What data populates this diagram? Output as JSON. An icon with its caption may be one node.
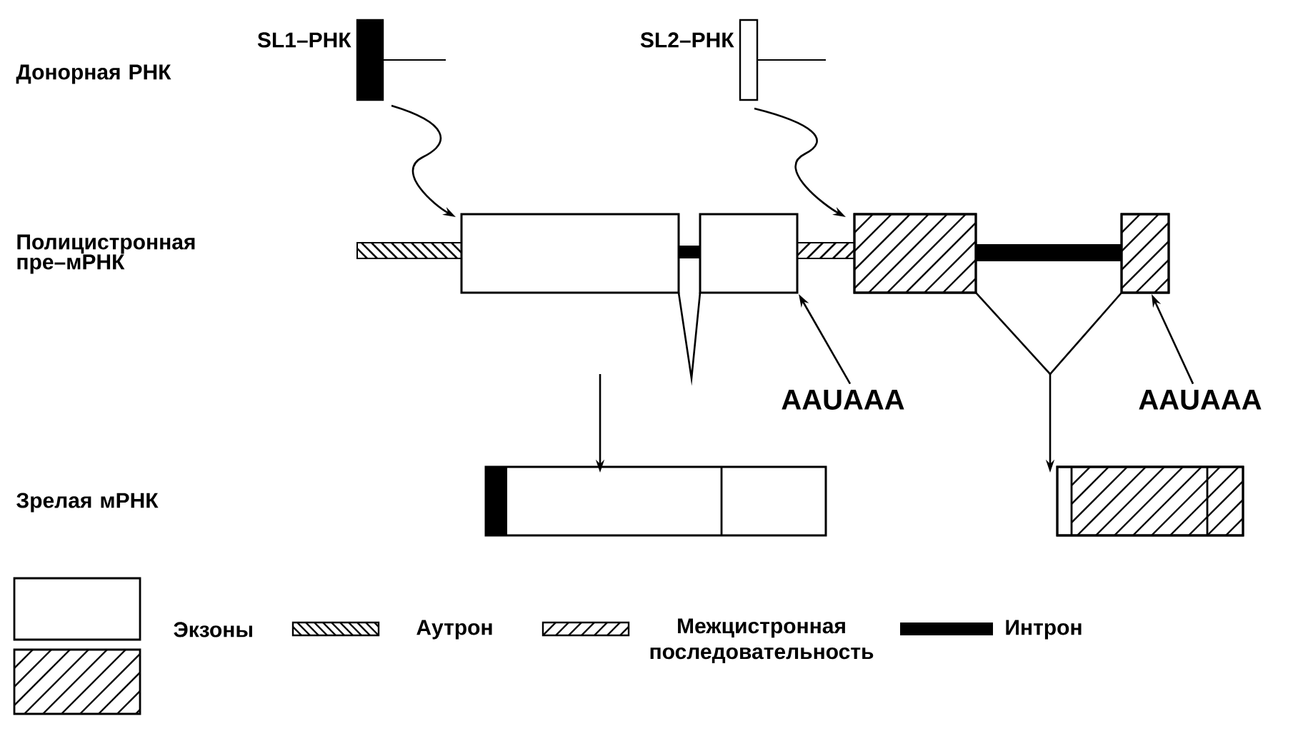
{
  "diagram": {
    "nodes": [
      {
        "text": [],
        "shape": "bar",
        "beside": [
          "SL1–РНК"
        ]
      },
      {
        "text": [],
        "shape": "bar",
        "beside": [
          "SL2–РНК"
        ]
      },
      {
        "text": [],
        "shape": "box"
      },
      {
        "text": [],
        "shape": "box"
      },
      {
        "text": [],
        "shape": "box"
      },
      {
        "text": [],
        "shape": "box"
      },
      {
        "text": [],
        "shape": "box"
      },
      {
        "text": [],
        "shape": "box"
      },
      {
        "text": [
          "AAUAAA"
        ]
      },
      {
        "text": [
          "AAUAAA"
        ]
      }
    ],
    "edges": [
      {
        "from": 0,
        "to": 2,
        "arrow": "to"
      },
      {
        "from": 1,
        "to": 4,
        "arrow": "to"
      },
      {
        "from": 2,
        "to": 3,
        "arrow": "none"
      },
      {
        "from": 4,
        "to": 5,
        "arrow": "none"
      },
      {
        "from": null,
        "to": 6,
        "arrow": "to"
      },
      {
        "from": null,
        "to": 7,
        "arrow": "to"
      },
      {
        "from": 8,
        "to": 3,
        "arrow": "to"
      },
      {
        "from": 9,
        "to": 5,
        "arrow": "to"
      }
    ],
    "labels": [
      "Донорная РНК",
      "Полицистронная пре–мРНК",
      "Зрелая мРНК"
    ],
    "legend": [
      {
        "text": "Экзоны"
      },
      {
        "text": "Аутрон"
      },
      {
        "text": "Межцистронная последовательность"
      },
      {
        "text": "Интрон",
        "color": "#000000"
      }
    ]
  }
}
